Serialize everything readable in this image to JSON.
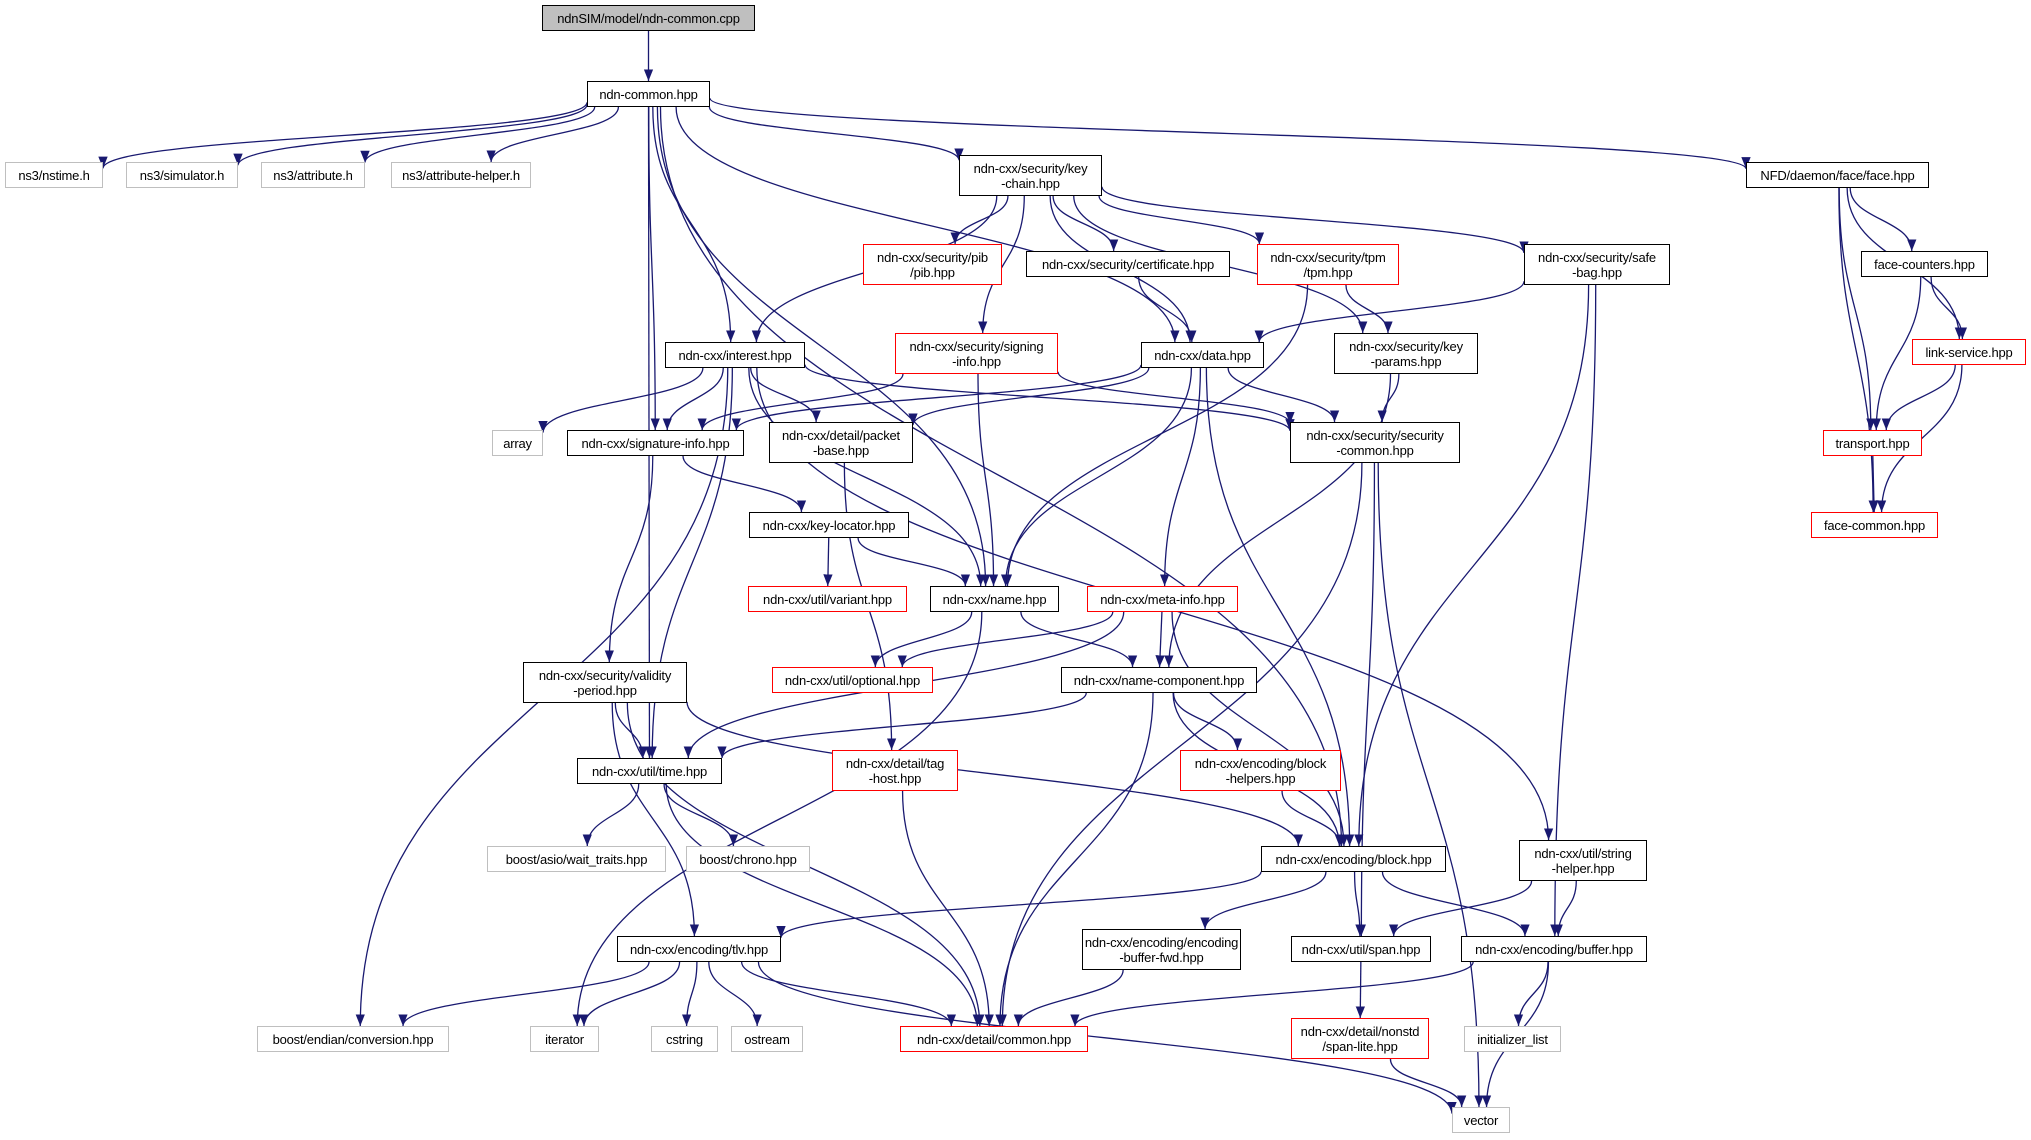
{
  "diagram": {
    "title": "ndnSIM/model/ndn-common.cpp include dependency graph",
    "edge_color": "#191970",
    "colors": {
      "root_fill": "#bfbfbf",
      "documented_border": "#000000",
      "truncated_border": "#ff0000",
      "external_border": "#bfbfbf"
    },
    "nodes": {
      "root": "ndnSIM/model/ndn-common.cpp",
      "ndn_common": "ndn-common.hpp",
      "nstime": "ns3/nstime.h",
      "simulator": "ns3/simulator.h",
      "attribute": "ns3/attribute.h",
      "attribute_helper": "ns3/attribute-helper.h",
      "key_chain": "ndn-cxx/security/key\n-chain.hpp",
      "face": "NFD/daemon/face/face.hpp",
      "pib": "ndn-cxx/security/pib\n/pib.hpp",
      "certificate": "ndn-cxx/security/certificate.hpp",
      "tpm": "ndn-cxx/security/tpm\n/tpm.hpp",
      "safe_bag": "ndn-cxx/security/safe\n-bag.hpp",
      "face_counters": "face-counters.hpp",
      "interest": "ndn-cxx/interest.hpp",
      "signing_info": "ndn-cxx/security/signing\n-info.hpp",
      "data": "ndn-cxx/data.hpp",
      "key_params": "ndn-cxx/security/key\n-params.hpp",
      "link_service": "link-service.hpp",
      "array": "array",
      "signature_info": "ndn-cxx/signature-info.hpp",
      "packet_base": "ndn-cxx/detail/packet\n-base.hpp",
      "security_common": "ndn-cxx/security/security\n-common.hpp",
      "transport": "transport.hpp",
      "face_common": "face-common.hpp",
      "key_locator": "ndn-cxx/key-locator.hpp",
      "variant": "ndn-cxx/util/variant.hpp",
      "name": "ndn-cxx/name.hpp",
      "meta_info": "ndn-cxx/meta-info.hpp",
      "validity_period": "ndn-cxx/security/validity\n-period.hpp",
      "optional": "ndn-cxx/util/optional.hpp",
      "name_component": "ndn-cxx/name-component.hpp",
      "time": "ndn-cxx/util/time.hpp",
      "tag_host": "ndn-cxx/detail/tag\n-host.hpp",
      "block_helpers": "ndn-cxx/encoding/block\n-helpers.hpp",
      "wait_traits": "boost/asio/wait_traits.hpp",
      "chrono": "boost/chrono.hpp",
      "block": "ndn-cxx/encoding/block.hpp",
      "string_helper": "ndn-cxx/util/string\n-helper.hpp",
      "tlv": "ndn-cxx/encoding/tlv.hpp",
      "encoding_buffer_fwd": "ndn-cxx/encoding/encoding\n-buffer-fwd.hpp",
      "span": "ndn-cxx/util/span.hpp",
      "buffer": "ndn-cxx/encoding/buffer.hpp",
      "conversion": "boost/endian/conversion.hpp",
      "iterator": "iterator",
      "cstring": "cstring",
      "ostream": "ostream",
      "detail_common": "ndn-cxx/detail/common.hpp",
      "span_lite": "ndn-cxx/detail/nonstd\n/span-lite.hpp",
      "initializer_list": "initializer_list",
      "vector": "vector"
    },
    "edges": [
      [
        "root",
        "ndn_common"
      ],
      [
        "ndn_common",
        "nstime"
      ],
      [
        "ndn_common",
        "simulator"
      ],
      [
        "ndn_common",
        "attribute"
      ],
      [
        "ndn_common",
        "attribute_helper"
      ],
      [
        "ndn_common",
        "key_chain"
      ],
      [
        "ndn_common",
        "face"
      ],
      [
        "ndn_common",
        "interest"
      ],
      [
        "ndn_common",
        "data"
      ],
      [
        "ndn_common",
        "signature_info"
      ],
      [
        "ndn_common",
        "name"
      ],
      [
        "ndn_common",
        "time"
      ],
      [
        "ndn_common",
        "block"
      ],
      [
        "key_chain",
        "pib"
      ],
      [
        "key_chain",
        "certificate"
      ],
      [
        "key_chain",
        "tpm"
      ],
      [
        "key_chain",
        "safe_bag"
      ],
      [
        "key_chain",
        "interest"
      ],
      [
        "key_chain",
        "signing_info"
      ],
      [
        "key_chain",
        "data"
      ],
      [
        "key_chain",
        "key_params"
      ],
      [
        "face",
        "face_counters"
      ],
      [
        "face",
        "link_service"
      ],
      [
        "face",
        "transport"
      ],
      [
        "face",
        "face_common"
      ],
      [
        "face_counters",
        "link_service"
      ],
      [
        "face_counters",
        "transport"
      ],
      [
        "link_service",
        "transport"
      ],
      [
        "link_service",
        "face_common"
      ],
      [
        "transport",
        "face_common"
      ],
      [
        "certificate",
        "data"
      ],
      [
        "tpm",
        "key_params"
      ],
      [
        "tpm",
        "name"
      ],
      [
        "safe_bag",
        "data"
      ],
      [
        "safe_bag",
        "block"
      ],
      [
        "safe_bag",
        "buffer"
      ],
      [
        "interest",
        "array"
      ],
      [
        "interest",
        "signature_info"
      ],
      [
        "interest",
        "packet_base"
      ],
      [
        "interest",
        "name"
      ],
      [
        "interest",
        "security_common"
      ],
      [
        "interest",
        "time"
      ],
      [
        "interest",
        "conversion"
      ],
      [
        "interest",
        "string_helper"
      ],
      [
        "signing_info",
        "signature_info"
      ],
      [
        "signing_info",
        "name"
      ],
      [
        "signing_info",
        "security_common"
      ],
      [
        "data",
        "signature_info"
      ],
      [
        "data",
        "packet_base"
      ],
      [
        "data",
        "security_common"
      ],
      [
        "data",
        "name"
      ],
      [
        "data",
        "meta_info"
      ],
      [
        "data",
        "block"
      ],
      [
        "key_params",
        "security_common"
      ],
      [
        "key_params",
        "name_component"
      ],
      [
        "signature_info",
        "key_locator"
      ],
      [
        "signature_info",
        "validity_period"
      ],
      [
        "packet_base",
        "tag_host"
      ],
      [
        "security_common",
        "detail_common"
      ],
      [
        "security_common",
        "span"
      ],
      [
        "security_common",
        "vector"
      ],
      [
        "key_locator",
        "variant"
      ],
      [
        "key_locator",
        "name"
      ],
      [
        "name",
        "optional"
      ],
      [
        "name",
        "name_component"
      ],
      [
        "name",
        "iterator"
      ],
      [
        "meta_info",
        "optional"
      ],
      [
        "meta_info",
        "name_component"
      ],
      [
        "meta_info",
        "time"
      ],
      [
        "meta_info",
        "block"
      ],
      [
        "validity_period",
        "time"
      ],
      [
        "validity_period",
        "block"
      ],
      [
        "validity_period",
        "detail_common"
      ],
      [
        "validity_period",
        "tlv"
      ],
      [
        "name_component",
        "time"
      ],
      [
        "name_component",
        "block_helpers"
      ],
      [
        "name_component",
        "block"
      ],
      [
        "name_component",
        "detail_common"
      ],
      [
        "time",
        "wait_traits"
      ],
      [
        "time",
        "chrono"
      ],
      [
        "time",
        "detail_common"
      ],
      [
        "tag_host",
        "detail_common"
      ],
      [
        "block_helpers",
        "block"
      ],
      [
        "block",
        "tlv"
      ],
      [
        "block",
        "encoding_buffer_fwd"
      ],
      [
        "block",
        "span"
      ],
      [
        "block",
        "buffer"
      ],
      [
        "string_helper",
        "span"
      ],
      [
        "string_helper",
        "buffer"
      ],
      [
        "tlv",
        "conversion"
      ],
      [
        "tlv",
        "iterator"
      ],
      [
        "tlv",
        "cstring"
      ],
      [
        "tlv",
        "ostream"
      ],
      [
        "tlv",
        "detail_common"
      ],
      [
        "tlv",
        "vector"
      ],
      [
        "encoding_buffer_fwd",
        "detail_common"
      ],
      [
        "span",
        "span_lite"
      ],
      [
        "span_lite",
        "vector"
      ],
      [
        "buffer",
        "detail_common"
      ],
      [
        "buffer",
        "initializer_list"
      ],
      [
        "buffer",
        "vector"
      ]
    ]
  }
}
